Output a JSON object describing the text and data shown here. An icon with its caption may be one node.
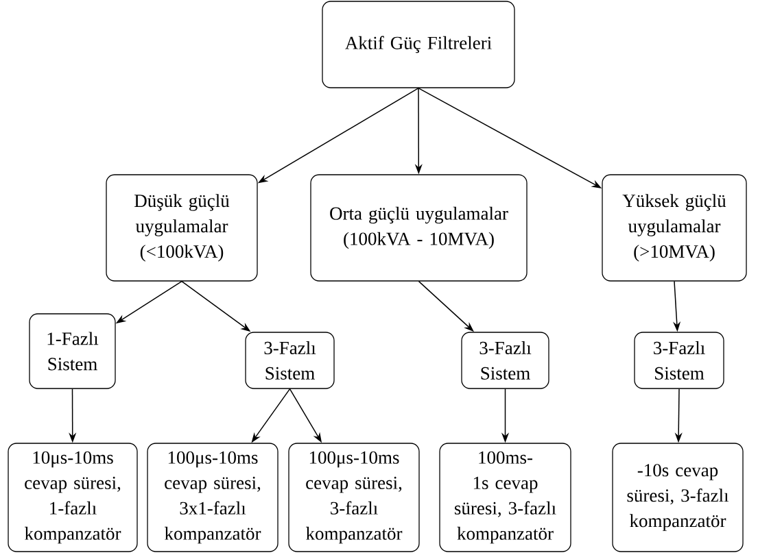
{
  "diagram": {
    "nodes": [
      {
        "text": [
          "Aktif Güç Filtreleri"
        ]
      },
      {
        "text": [
          "Düşük güçlü uygulamalar (<100kVA)"
        ]
      },
      {
        "text": [
          "Orta güçlü uygulamalar (100kVA - 10MVA)"
        ]
      },
      {
        "text": [
          "Yüksek güçlü uygulamalar (>10MVA)"
        ]
      },
      {
        "text": [
          "1-Fazlı Sistem"
        ]
      },
      {
        "text": [
          "3-Fazlı Sistem"
        ]
      },
      {
        "text": [
          "3-Fazlı Sistem"
        ]
      },
      {
        "text": [
          "3-Fazlı Sistem"
        ]
      },
      {
        "text": [
          "10μs-10ms cevap süresi, 1-fazlı kompanzatör"
        ]
      },
      {
        "text": [
          "100μs-10ms cevap süresi, 3x1-fazlı kompanzatör"
        ]
      },
      {
        "text": [
          "100μs-10ms cevap süresi, 3-fazlı kompanzatör"
        ]
      },
      {
        "text": [
          "100ms-1s cevap süresi, 3-fazlı kompanzatör"
        ]
      },
      {
        "text": [
          "-10s cevap süresi, 3-fazlı kompanzatör"
        ]
      }
    ],
    "edges": [
      {
        "from": 0,
        "to": 1,
        "arrow": "to"
      },
      {
        "from": 0,
        "to": 2,
        "arrow": "to"
      },
      {
        "from": 0,
        "to": 3,
        "arrow": "to"
      },
      {
        "from": 1,
        "to": 4,
        "arrow": "to"
      },
      {
        "from": 1,
        "to": 5,
        "arrow": "to"
      },
      {
        "from": 2,
        "to": 6,
        "arrow": "to"
      },
      {
        "from": 3,
        "to": 7,
        "arrow": "to"
      },
      {
        "from": 4,
        "to": 8,
        "arrow": "to"
      },
      {
        "from": 5,
        "to": 9,
        "arrow": "to"
      },
      {
        "from": 5,
        "to": 10,
        "arrow": "to"
      },
      {
        "from": 6,
        "to": 11,
        "arrow": "to"
      },
      {
        "from": 7,
        "to": 12,
        "arrow": "to"
      }
    ]
  }
}
